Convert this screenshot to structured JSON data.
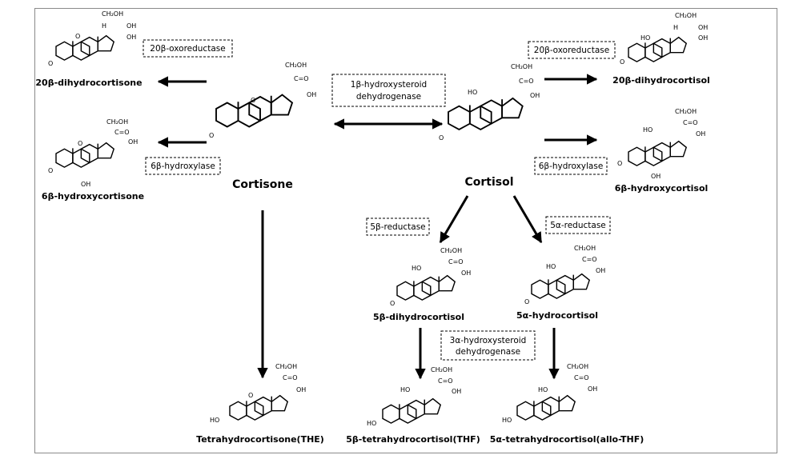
{
  "compounds": {
    "cortisone": "Cortisone",
    "cortisol": "Cortisol",
    "dihydrocortisone_20b": "20β-dihydrocortisone",
    "hydroxycortisone_6b": "6β-hydroxycortisone",
    "dihydrocortisol_20b": "20β-dihydrocortisol",
    "hydroxycortisol_6b": "6β-hydroxycortisol",
    "dihydrocortisol_5b": "5β-dihydrocortisol",
    "hydrocortisol_5a": "5α-hydrocortisol",
    "the": "Tetrahydrocortisone(THE)",
    "thf_5b": "5β-tetrahydrocortisol(THF)",
    "allo_thf": "5α-tetrahydrocortisol(allo-THF)"
  },
  "enzymes": {
    "oxoreductase_left": "20β-oxoreductase",
    "hydroxylase_left": "6β-hydroxylase",
    "hsd11_line1": "1β-hydroxysteroid",
    "hsd11_line2": "dehydrogenase",
    "oxoreductase_right": "20β-oxoreductase",
    "hydroxylase_right": "6β-hydroxylase",
    "reductase_5b": "5β-reductase",
    "reductase_5a": "5α-reductase",
    "hsd3_line1": "3α-hydroxysteroid",
    "hsd3_line2": "dehydrogenase"
  },
  "atoms": {
    "ch2oh": "CH₂OH",
    "oh": "OH",
    "o": "O",
    "co": "C=O",
    "ho": "HO",
    "h": "H",
    "c": "C"
  }
}
